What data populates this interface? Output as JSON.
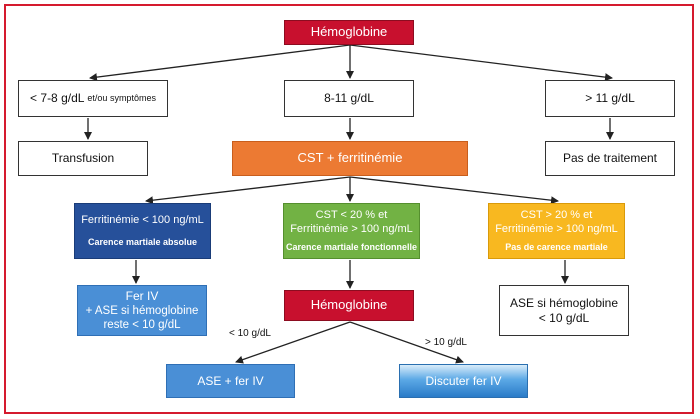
{
  "top": {
    "label": "Hémoglobine"
  },
  "level1": {
    "low": {
      "value": "< 7-8 g/dL",
      "extra": "et/ou symptômes"
    },
    "mid": {
      "label": "8-11 g/dL"
    },
    "high": {
      "label": "> 11 g/dL"
    }
  },
  "level2": {
    "transfusion": "Transfusion",
    "cst": "CST + ferritinémie",
    "no_treatment": "Pas de traitement"
  },
  "level3": {
    "absolute": {
      "line1": "Ferritinémie < 100 ng/mL",
      "note": "Carence martiale absolue"
    },
    "functional": {
      "line1": "CST < 20 % et",
      "line2": "Ferritinémie > 100 ng/mL",
      "note": "Carence martiale fonctionnelle"
    },
    "none": {
      "line1": "CST > 20 % et",
      "line2": "Ferritinémie > 100 ng/mL",
      "note": "Pas de carence martiale"
    }
  },
  "level4": {
    "fer_iv": {
      "title": "Fer IV",
      "line2": "+ ASE si hémoglobine",
      "line3": "reste < 10 g/dL"
    },
    "hemoglobine": "Hémoglobine",
    "ase": {
      "line1": "ASE si hémoglobine",
      "line2": "< 10 g/dL"
    }
  },
  "level5": {
    "ase_fer": "ASE + fer IV",
    "discuss": "Discuter fer IV",
    "label_low": "< 10 g/dL",
    "label_high": "> 10 g/dL"
  },
  "colors": {
    "border": "#d51a2e",
    "red": "#c8102e",
    "orange": "#ec7a33",
    "dark_blue": "#26509a",
    "green": "#72b244",
    "yellow": "#f8b820",
    "light_blue": "#4a8fd6"
  }
}
